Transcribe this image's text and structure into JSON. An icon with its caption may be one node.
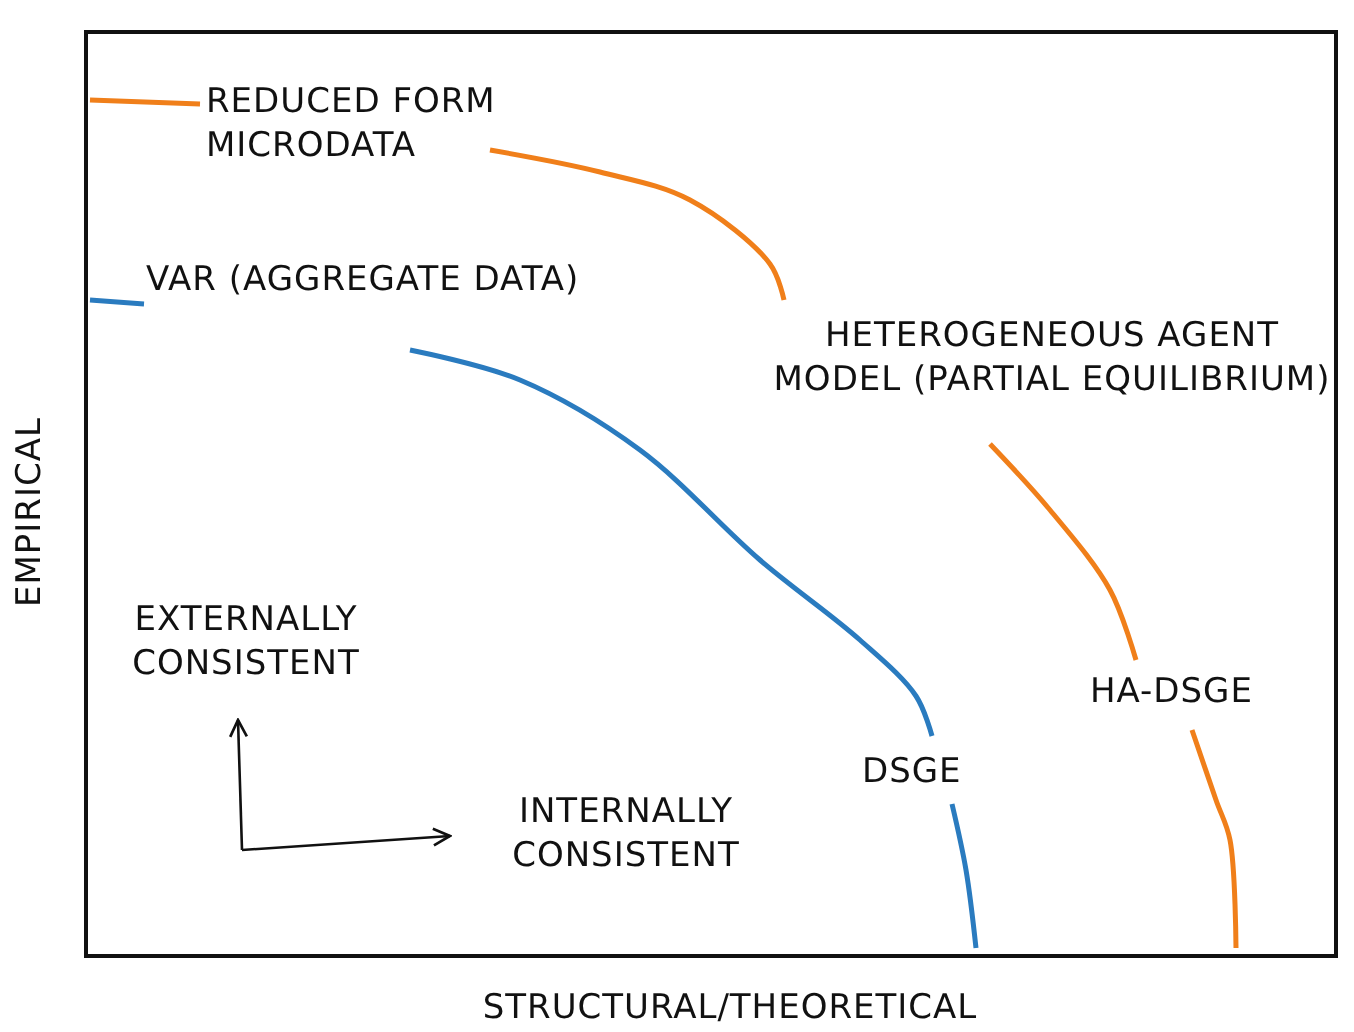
{
  "diagram": {
    "labels": [
      "REDUCED FORM MICRODATA",
      "VAR (AGGREGATE DATA)",
      "HETEROGENEOUS AGENT MODEL (PARTIAL EQUILIBRIUM)",
      "EXTERNALLY CONSISTENT",
      "HA-DSGE",
      "DSGE",
      "INTERNALLY CONSISTENT",
      "EMPIRICAL",
      "STRUCTURAL/THEORETICAL"
    ]
  }
}
